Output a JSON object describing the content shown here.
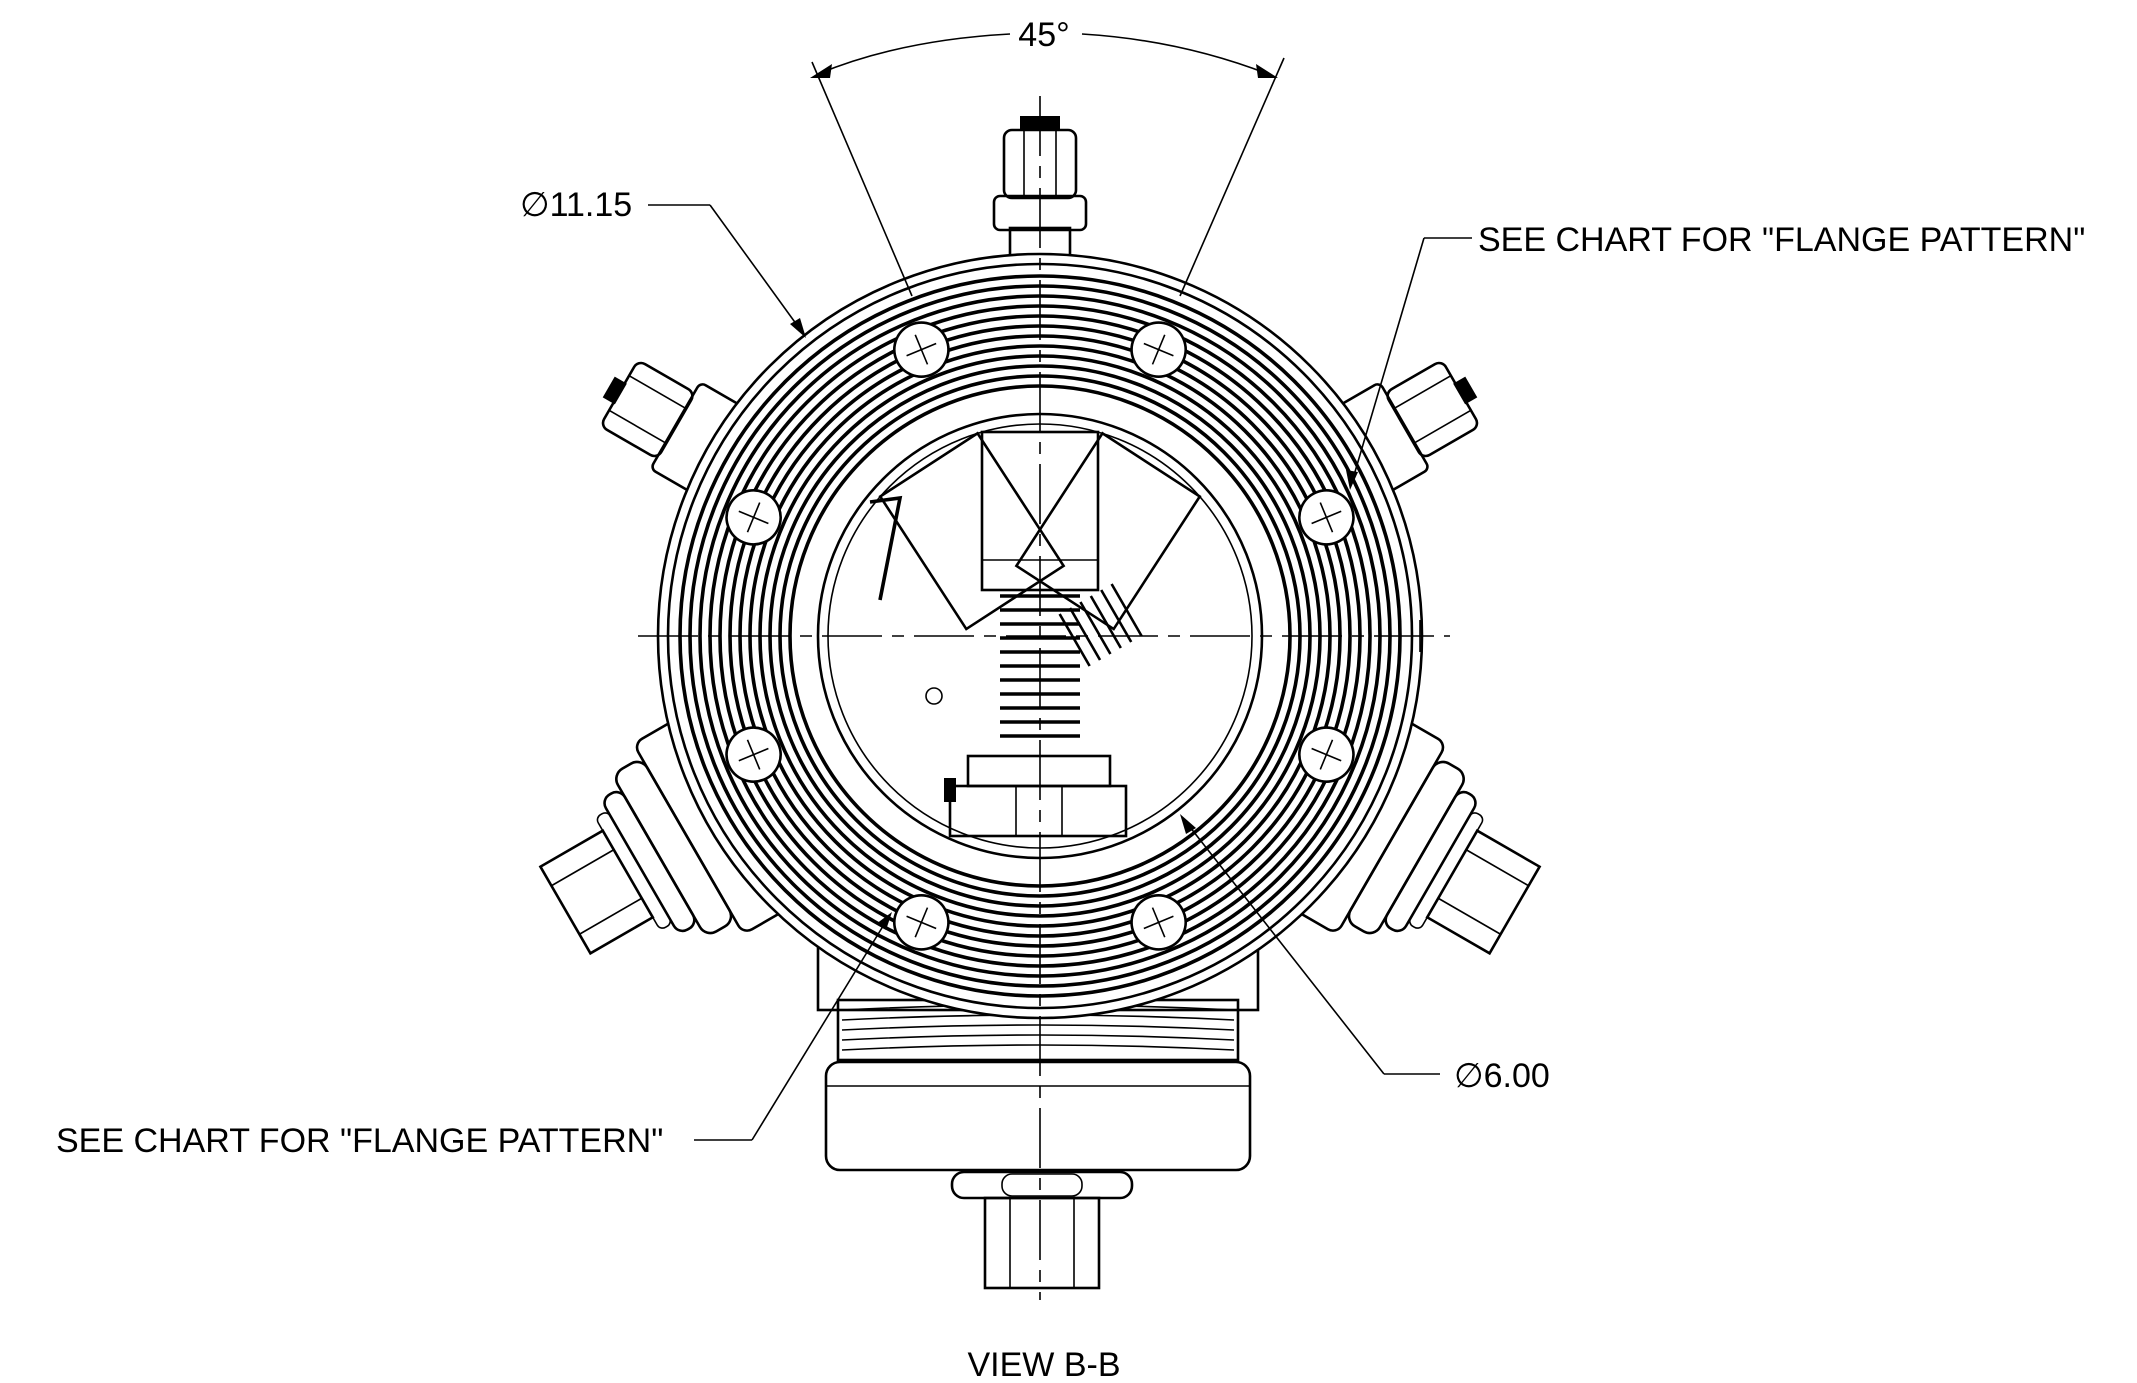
{
  "labels": {
    "angle": "45°",
    "outer_diameter": "∅11.15",
    "inner_diameter": "∅6.00",
    "flange_note_right": "SEE CHART FOR \"FLANGE PATTERN\"",
    "flange_note_left": "SEE CHART FOR \"FLANGE PATTERN\"",
    "view_title": "VIEW B-B"
  },
  "flange": {
    "bolt_holes": 8,
    "bolt_spacing_deg": 45,
    "groove_rings": 12
  },
  "ports": [
    {
      "name": "top",
      "angle_deg": 0
    },
    {
      "name": "upper-right",
      "angle_deg": 60
    },
    {
      "name": "lower-right",
      "angle_deg": 120
    },
    {
      "name": "bottom",
      "angle_deg": 180
    },
    {
      "name": "lower-left",
      "angle_deg": 240
    },
    {
      "name": "upper-left",
      "angle_deg": 300
    }
  ]
}
